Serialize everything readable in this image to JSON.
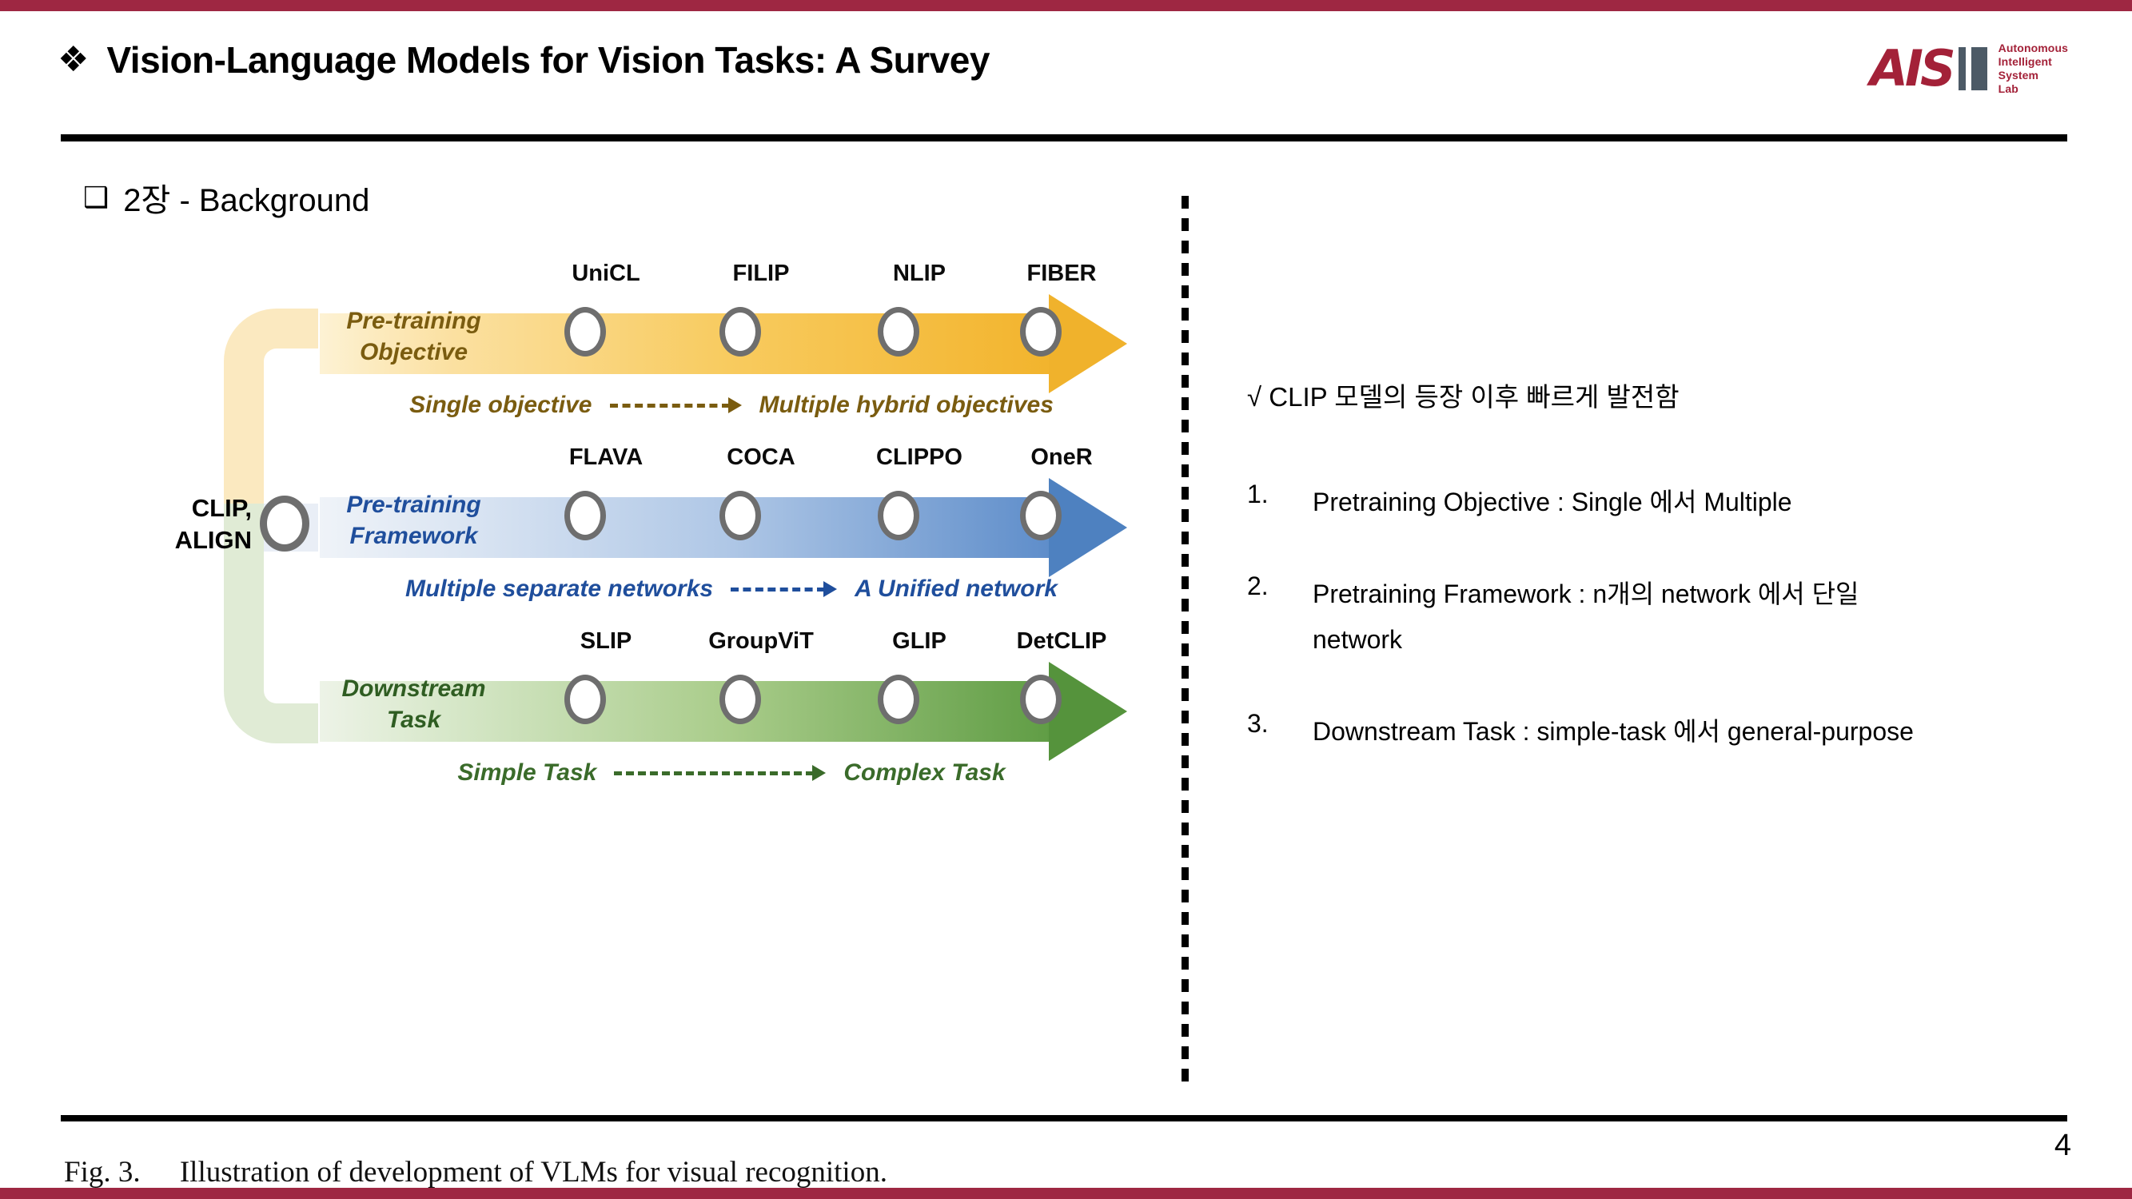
{
  "theme": {
    "accent_bar_color": "#9E2742",
    "logo_color": "#A32138",
    "logo_bar_color": "#4C5A66",
    "row_colors": {
      "objective": "#F0B22C",
      "framework": "#4E81C0",
      "task": "#55933C"
    }
  },
  "header": {
    "bullet": "❖",
    "title": "Vision-Language Models for Vision Tasks: A Survey",
    "logo": {
      "mark": "AIS",
      "words": [
        "Autonomous",
        "Intelligent",
        "System",
        "Lab"
      ]
    }
  },
  "section": {
    "bullet": "❑",
    "label": "2장 - Background"
  },
  "figure": {
    "origin_label_line1": "CLIP,",
    "origin_label_line2": "ALIGN",
    "caption_number": "Fig. 3.",
    "caption_text": "Illustration of development of VLMs for visual recognition.",
    "rows": [
      {
        "id": "pretraining-objective",
        "label_line1": "Pre-training",
        "label_line2": "Objective",
        "nodes": [
          "UniCL",
          "FILIP",
          "NLIP",
          "FIBER"
        ],
        "caption_from": "Single objective",
        "caption_to": "Multiple hybrid objectives"
      },
      {
        "id": "pretraining-framework",
        "label_line1": "Pre-training",
        "label_line2": "Framework",
        "nodes": [
          "FLAVA",
          "COCA",
          "CLIPPO",
          "OneR"
        ],
        "caption_from": "Multiple separate networks",
        "caption_to": "A Unified network"
      },
      {
        "id": "downstream-task",
        "label_line1": "Downstream",
        "label_line2": "Task",
        "nodes": [
          "SLIP",
          "GroupViT",
          "GLIP",
          "DetCLIP"
        ],
        "caption_from": "Simple Task",
        "caption_to": "Complex Task"
      }
    ]
  },
  "notes": {
    "check_bullet": "√",
    "check_text": "CLIP 모델의 등장 이후 빠르게 발전함",
    "items": [
      {
        "number": "1.",
        "text": "Pretraining Objective : Single 에서 Multiple"
      },
      {
        "number": "2.",
        "text": "Pretraining Framework : n개의 network 에서 단일 network"
      },
      {
        "number": "3.",
        "text": "Downstream Task : simple-task 에서 general-purpose"
      }
    ]
  },
  "footer": {
    "page_number": "4"
  }
}
